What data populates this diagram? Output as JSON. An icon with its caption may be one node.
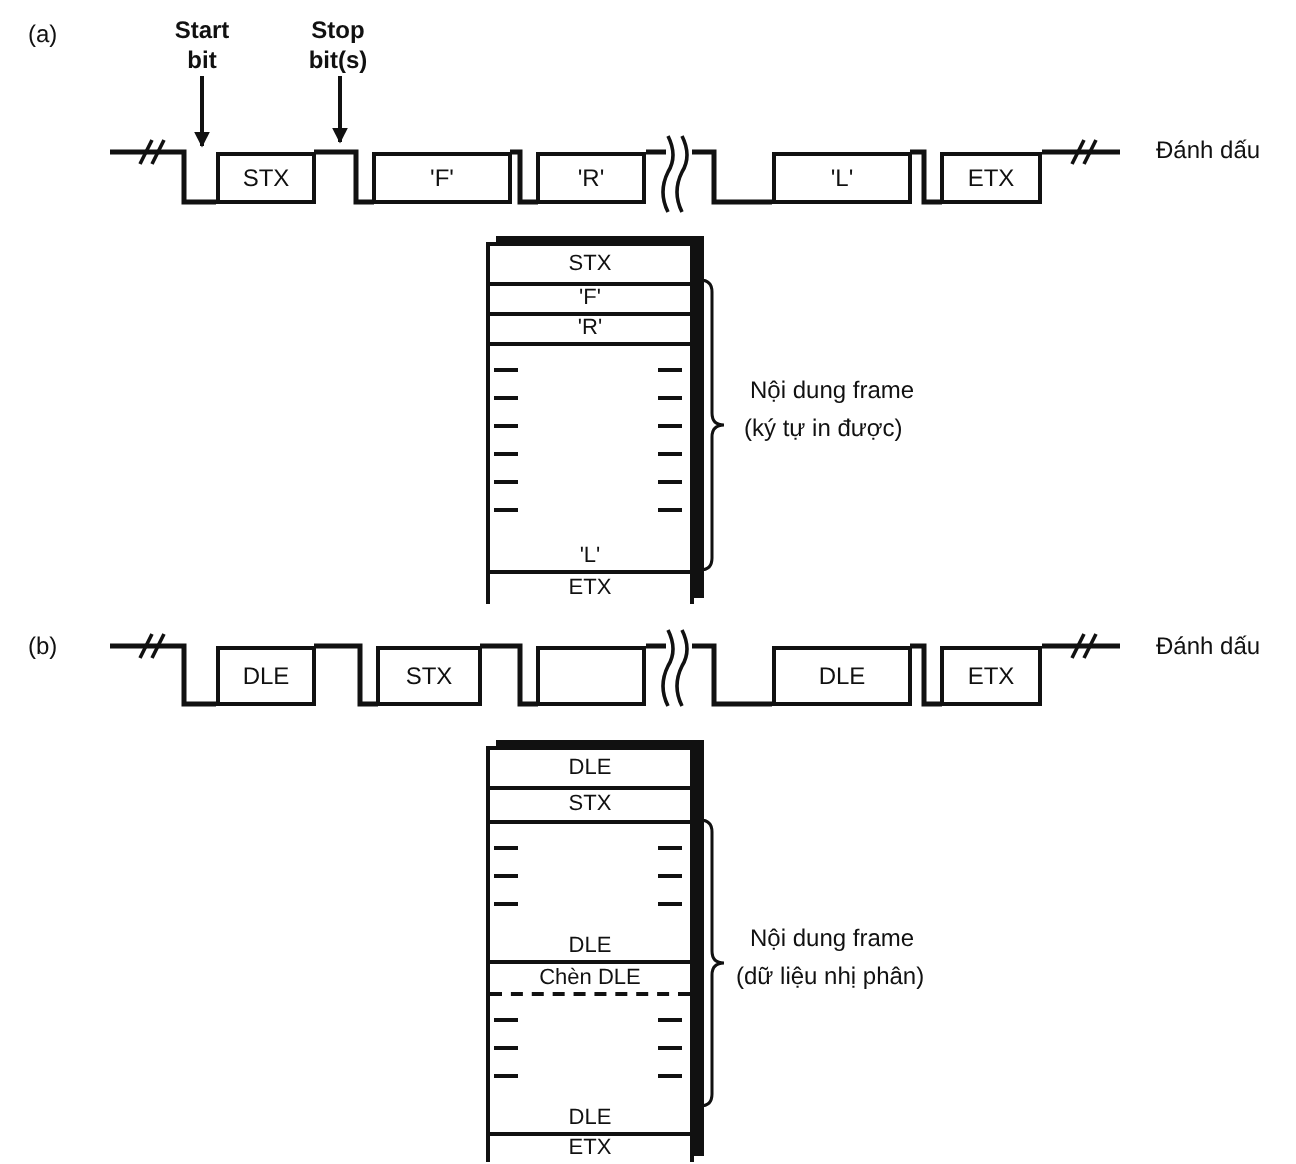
{
  "diagram": {
    "nodes": [
      {
        "text": [
          "Start bit"
        ]
      },
      {
        "text": [
          "Stop bit(s)"
        ]
      },
      {
        "text": [
          "STX"
        ]
      },
      {
        "text": [
          "'F'"
        ]
      },
      {
        "text": [
          "'R'"
        ]
      },
      {
        "text": [
          "'L'"
        ]
      },
      {
        "text": [
          "ETX"
        ]
      },
      {
        "text": [],
        "shape": "box"
      },
      {
        "text": [
          "STX"
        ],
        "in": 7
      },
      {
        "text": [
          "'F'"
        ],
        "in": 7
      },
      {
        "text": [
          "'R'"
        ],
        "in": 7
      },
      {
        "text": [
          "'L'"
        ],
        "in": 7
      },
      {
        "text": [
          "ETX"
        ],
        "in": 7
      },
      {
        "text": [
          "DLE"
        ]
      },
      {
        "text": [
          "STX"
        ]
      },
      {
        "text": [],
        "shape": "box"
      },
      {
        "text": [
          "DLE"
        ]
      },
      {
        "text": [
          "ETX"
        ]
      },
      {
        "text": [],
        "shape": "box"
      },
      {
        "text": [
          "DLE"
        ],
        "in": 18
      },
      {
        "text": [
          "STX"
        ],
        "in": 18
      },
      {
        "text": [
          "DLE"
        ],
        "in": 18
      },
      {
        "text": [
          "Chèn DLE"
        ],
        "in": 18
      },
      {
        "text": [
          "DLE"
        ],
        "in": 18
      },
      {
        "text": [
          "ETX"
        ],
        "in": 18
      }
    ],
    "edges": [
      {
        "from": 0,
        "to": 2,
        "arrow": "to"
      },
      {
        "from": 1,
        "to": 2,
        "arrow": "to"
      },
      {
        "from": 2,
        "to": 3,
        "arrow": "none"
      },
      {
        "from": 3,
        "to": 4,
        "arrow": "none"
      },
      {
        "from": 5,
        "to": 6,
        "arrow": "none"
      },
      {
        "from": 13,
        "to": 14,
        "arrow": "none"
      },
      {
        "from": 14,
        "to": 15,
        "arrow": "none"
      },
      {
        "from": 16,
        "to": 17,
        "arrow": "none"
      }
    ],
    "labels": [
      "(a)",
      "Đánh dấu",
      "Nội dung frame",
      "(ký tự in được)",
      "(b)",
      "Đánh dấu",
      "Nội dung frame",
      "(dữ liệu nhị phân)"
    ]
  }
}
